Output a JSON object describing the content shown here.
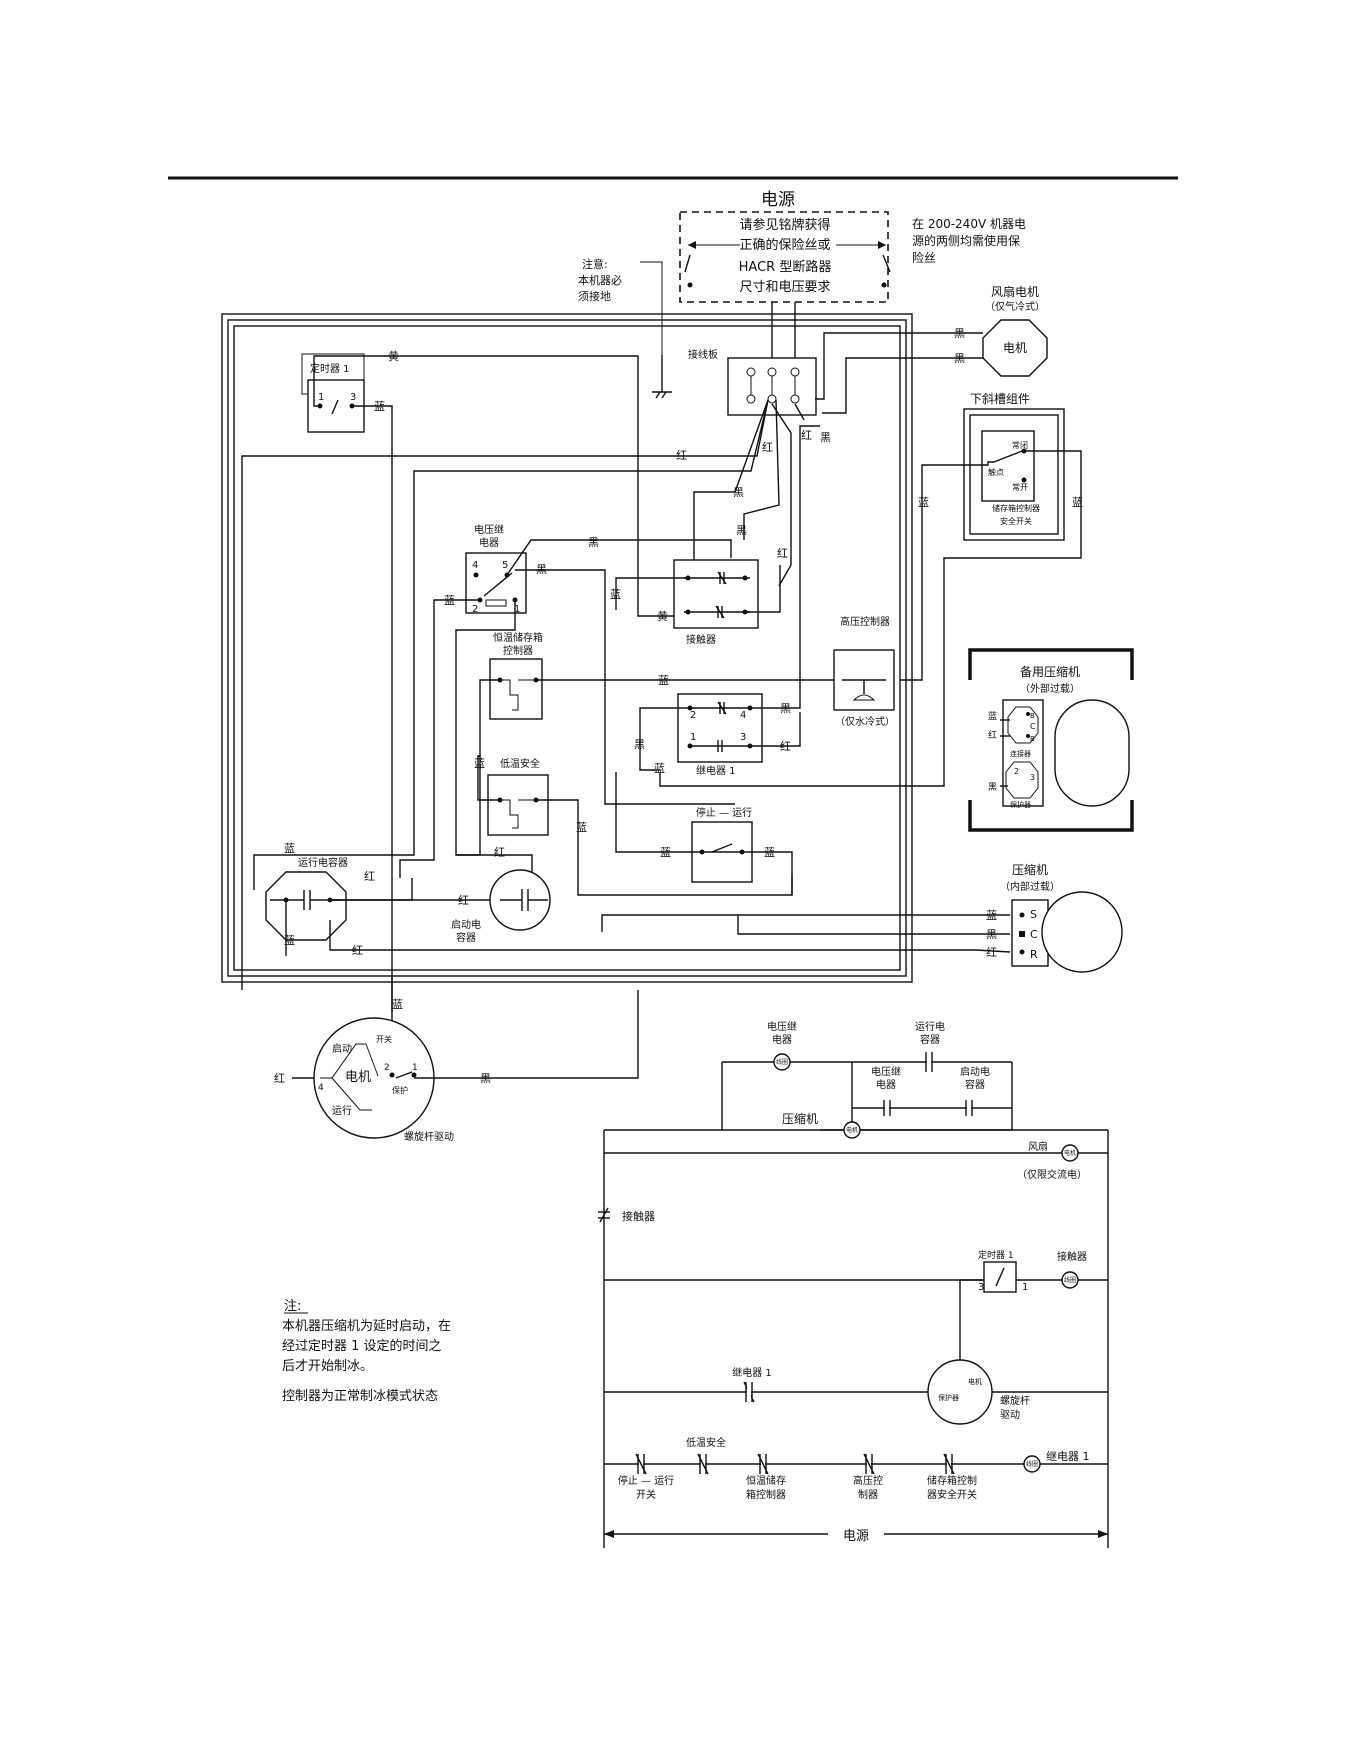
{
  "power_supply": {
    "title": "电源",
    "note_lines": [
      "请参见铭牌获得",
      "正确的保险丝或",
      "HACR 型断路器",
      "尺寸和电压要求"
    ],
    "side_note_lines": [
      "在 200-240V 机器电",
      "源的两侧均需使用保",
      "险丝"
    ]
  },
  "ground_note": {
    "title": "注意:",
    "lines": [
      "本机器必",
      "须接地"
    ]
  },
  "components": {
    "fan_motor": {
      "title": "风扇电机",
      "subtitle": "（仅气冷式）",
      "inner": "电机"
    },
    "terminal_board": "接线板",
    "timer": {
      "label": "定时器 1",
      "pin1": "1",
      "pin3": "3"
    },
    "chute": {
      "title": "下斜槽组件",
      "nc": "常闭",
      "contact": "触点",
      "no": "常开",
      "caption_lines": [
        "储存箱控制器",
        "安全开关"
      ]
    },
    "voltage_relay": {
      "label_lines": [
        "电压继",
        "电器"
      ],
      "p4": "4",
      "p5": "5",
      "p2": "2",
      "p1": "1"
    },
    "contactor": "接触器",
    "high_pressure": {
      "label": "高压控制器",
      "note": "（仅水冷式）"
    },
    "bin_thermostat": {
      "label_lines": [
        "恒温储存箱",
        "控制器"
      ]
    },
    "spare_compressor": {
      "title": "备用压缩机",
      "subtitle": "（外部过载）",
      "connector": "连接器",
      "protector": "保护器",
      "c": "C",
      "b1": "B",
      "b2": "B",
      "p2": "2",
      "p3": "3"
    },
    "relay1": {
      "label": "继电器 1",
      "p2": "2",
      "p4": "4",
      "p1": "1",
      "p3": "3"
    },
    "low_temp": "低温安全",
    "stop_run": "停止 — 运行",
    "run_cap": "运行电容器",
    "start_cap": {
      "lines": [
        "启动电",
        "容器"
      ]
    },
    "compressor": {
      "title": "压缩机",
      "subtitle": "（内部过载）",
      "s": "S",
      "c": "C",
      "r": "R"
    },
    "auger_motor": {
      "inner": "电机",
      "start": "启动",
      "run": "运行",
      "switch": "开关",
      "protect": "保护",
      "p1": "1",
      "p2": "2",
      "p4": "4",
      "caption": "螺旋杆驱动"
    }
  },
  "wire_colors": {
    "yellow": "黄",
    "blue": "蓝",
    "red": "红",
    "black": "黑"
  },
  "ladder": {
    "voltage_relay": "电压继电器",
    "voltage_relay_lines": [
      "电压继",
      "电器"
    ],
    "run_cap_lines": [
      "运行电",
      "容器"
    ],
    "start_cap_lines": [
      "启动电",
      "容器"
    ],
    "compressor": "压缩机",
    "fan": "风扇",
    "fan_note": "（仅限交流电）",
    "contactor": "接触器",
    "timer": "定时器 1",
    "timer_p3": "3",
    "timer_p1": "1",
    "relay1": "继电器 1",
    "motor": "电机",
    "protector": "保护器",
    "auger_lines": [
      "螺旋杆",
      "驱动"
    ],
    "stop_run_lines": [
      "停止 — 运行",
      "开关"
    ],
    "low_temp": "低温安全",
    "bin_thermo_lines": [
      "恒温储存",
      "箱控制器"
    ],
    "hp_lines": [
      "高压控",
      "制器"
    ],
    "bin_switch_lines": [
      "储存箱控制",
      "器安全开关"
    ],
    "coil": "线圈",
    "power": "电源"
  },
  "note": {
    "title": "注:",
    "lines": [
      "本机器压缩机为延时启动，在",
      "经过定时器 1 设定的时间之",
      "后才开始制冰。"
    ],
    "state": "控制器为正常制冰模式状态"
  }
}
